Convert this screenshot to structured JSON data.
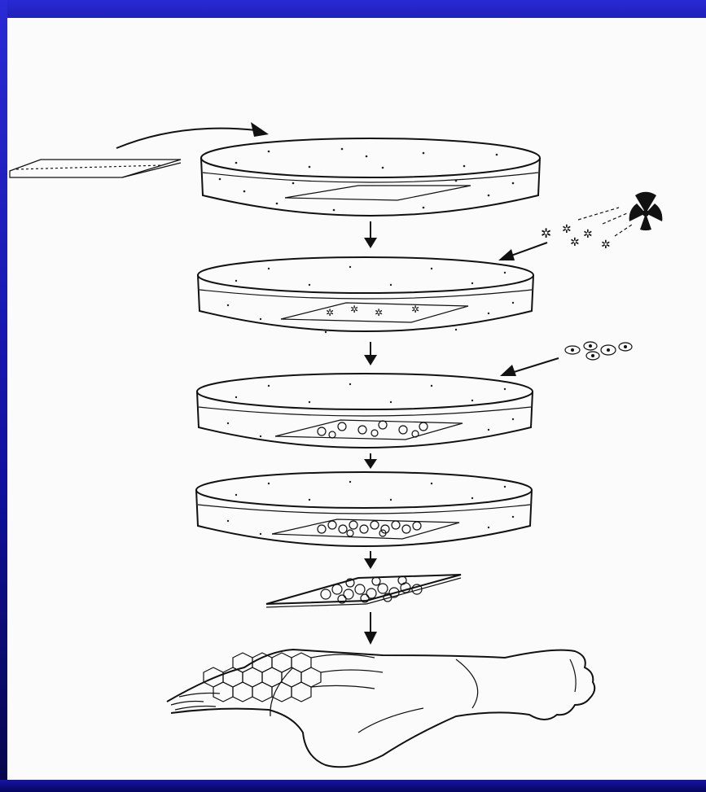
{
  "diagram": {
    "steps": [
      "dish-with-scaffold",
      "dish-irradiated",
      "dish-seeded-cells",
      "dish-grown-cells",
      "graft-sheet",
      "foot-grafted"
    ],
    "colors": {
      "frame": "#1f1fb8",
      "background": "#fbfbfb",
      "ink": "#111111"
    }
  }
}
